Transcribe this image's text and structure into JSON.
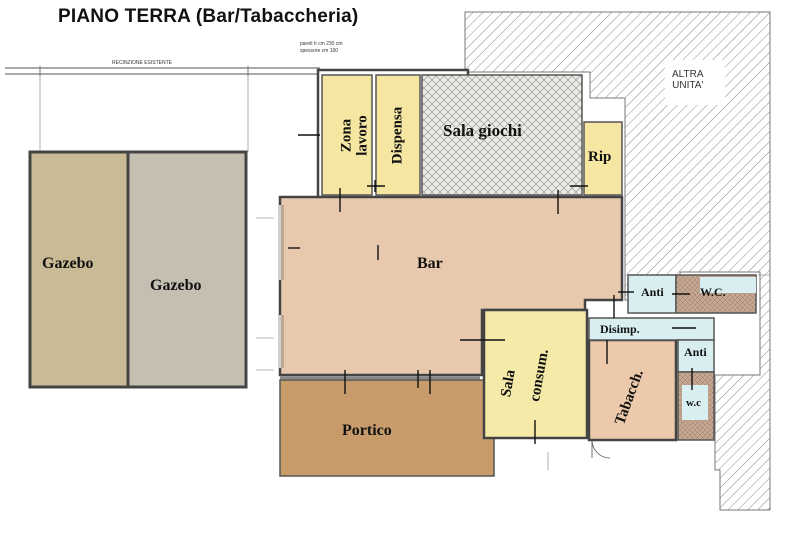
{
  "title": "PIANO TERRA (Bar/Tabaccheria)",
  "rooms": {
    "zona_lavoro_1": "Zona",
    "zona_lavoro_2": "lavoro",
    "dispensa": "Dispensa",
    "sala_giochi": "Sala giochi",
    "rip": "Rip",
    "bar": "Bar",
    "gazebo_left": "Gazebo",
    "gazebo_right": "Gazebo",
    "portico": "Portico",
    "sala_consum_1": "Sala",
    "sala_consum_2": "consum.",
    "tabacch": "Tabacch.",
    "disimp": "Disimp.",
    "anti_top": "Anti",
    "wc_top": "W.C.",
    "anti_right": "Anti",
    "wc_bottom": "w.c"
  },
  "neighbor": {
    "line1": "ALTRA",
    "line2": "UNITA'"
  },
  "notes": {
    "recinzione": "RECINZIONE ESISTENTE",
    "pareti_1": "pareti h cm 230 cm",
    "pareti_2": "spessore cm 100"
  },
  "colors": {
    "bar_floor": "#e8c9ad",
    "kitchen_yellow": "#f5e6a2",
    "sala_consum_yellow": "#f5eaa8",
    "portico_brown": "#c79c6a",
    "gazebo_olive": "#c8bb95",
    "gazebo_gray": "#c5bfb2",
    "wc_teal": "#d8eef0",
    "wc_brown": "#c6a892",
    "tabacch_peach": "#ecc9aa"
  }
}
